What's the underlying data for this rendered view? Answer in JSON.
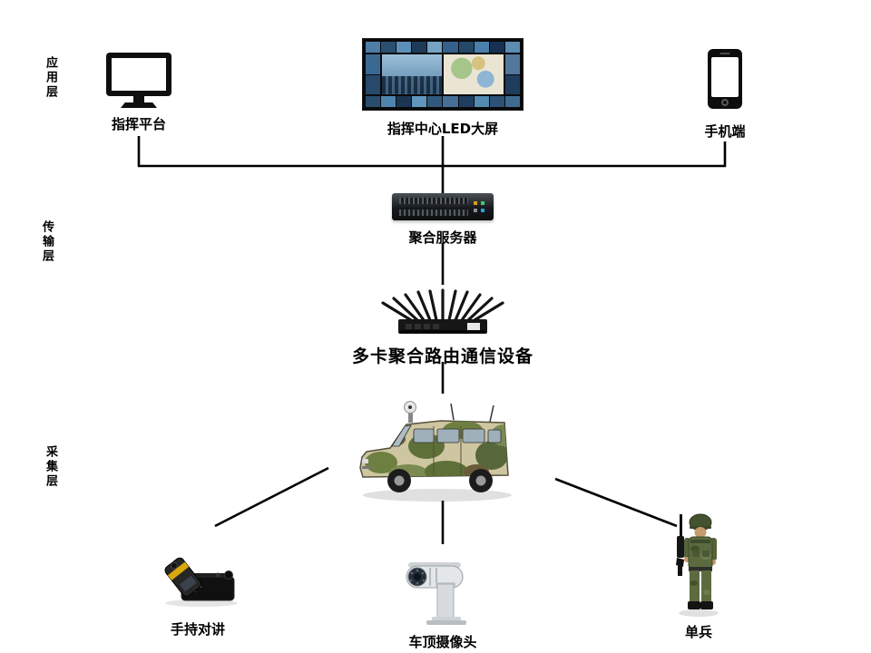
{
  "diagram": {
    "layers": [
      {
        "id": "application",
        "label": "应用层"
      },
      {
        "id": "transmission",
        "label": "传输层"
      },
      {
        "id": "collection",
        "label": "采集层"
      }
    ],
    "nodes": {
      "command_platform": {
        "label": "指挥平台"
      },
      "led_wall": {
        "label": "指挥中心LED大屏"
      },
      "mobile": {
        "label": "手机端"
      },
      "server": {
        "label": "聚合服务器"
      },
      "router": {
        "label": "多卡聚合路由通信设备"
      },
      "handheld": {
        "label": "手持对讲"
      },
      "roof_camera": {
        "label": "车顶摄像头"
      },
      "soldier": {
        "label": "单兵"
      }
    },
    "edges": [
      {
        "from": "command_platform",
        "to": "bus"
      },
      {
        "from": "mobile",
        "to": "bus"
      },
      {
        "from": "led_wall",
        "to": "server"
      },
      {
        "from": "server",
        "to": "router"
      },
      {
        "from": "router",
        "to": "vehicle"
      },
      {
        "from": "vehicle",
        "to": "handheld"
      },
      {
        "from": "vehicle",
        "to": "roof_camera"
      },
      {
        "from": "vehicle",
        "to": "soldier"
      }
    ]
  },
  "colors": {
    "background": "#ffffff",
    "line": "#000000"
  },
  "led_wall": {
    "top": [
      "#4d7ea8",
      "#2c4e70",
      "#5d90b8",
      "#1d3a57",
      "#74a3c4",
      "#35608c",
      "#244868",
      "#4a80ad",
      "#163052",
      "#5b8cb4"
    ],
    "bottom": [
      "#2a4d6e",
      "#4f84ae",
      "#1b3654",
      "#6297bd",
      "#31597e",
      "#456f96",
      "#203f60",
      "#558ab2",
      "#2d5276",
      "#3f6b92"
    ],
    "left": [
      "#3a6a94",
      "#27496b"
    ],
    "right": [
      "#54779c",
      "#1f3c5c"
    ]
  }
}
